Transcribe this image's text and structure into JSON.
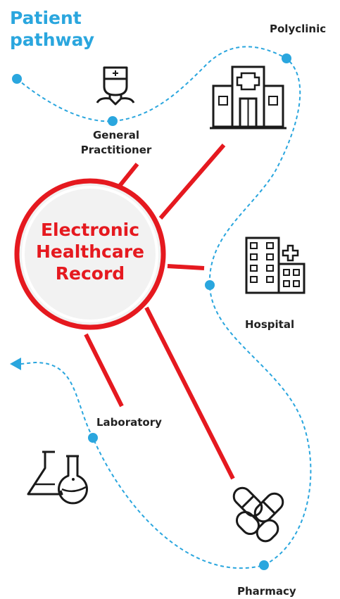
{
  "title": {
    "line1": "Patient",
    "line2": "pathway"
  },
  "center": {
    "line1": "Electronic",
    "line2": "Healthcare",
    "line3": "Record"
  },
  "nodes": {
    "polyclinic": {
      "label": "Polyclinic",
      "icon": "polyclinic-building-icon"
    },
    "general_practitioner": {
      "line1": "General",
      "line2": "Practitioner",
      "icon": "doctor-icon"
    },
    "hospital": {
      "label": "Hospital",
      "icon": "hospital-building-icon"
    },
    "laboratory": {
      "label": "Laboratory",
      "icon": "lab-flasks-icon"
    },
    "pharmacy": {
      "label": "Pharmacy",
      "icon": "pills-icon"
    }
  },
  "colors": {
    "accent_red": "#e5191f",
    "pathway_blue": "#2aa6de",
    "icon_black": "#1a1a1a"
  }
}
